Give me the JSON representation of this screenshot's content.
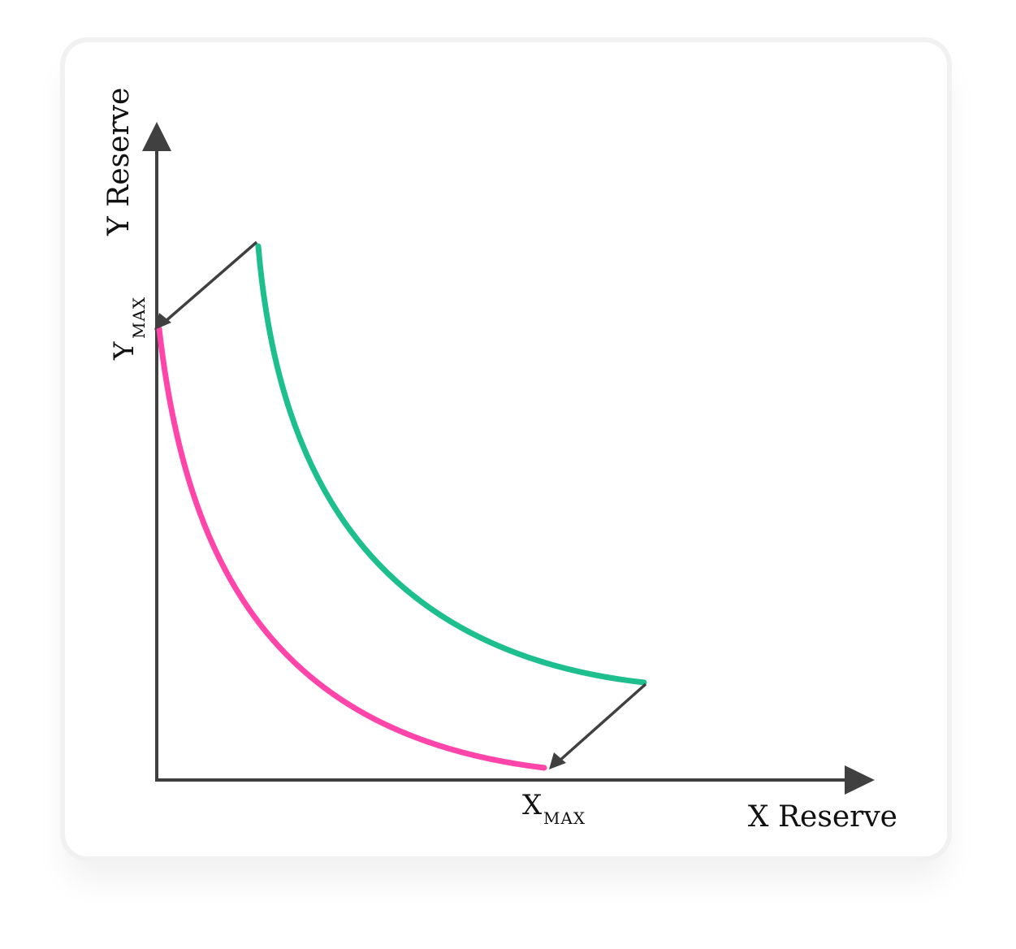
{
  "diagram": {
    "x_axis_label": "X Reserve",
    "y_axis_label": "Y Reserve",
    "x_max_label": {
      "main": "X",
      "sub": "MAX"
    },
    "y_max_label": {
      "main": "Y",
      "sub": "MAX"
    },
    "colors": {
      "axis": "#404040",
      "outer_curve": "#1dbf8f",
      "inner_curve": "#ff44aa",
      "arrow": "#404040"
    }
  }
}
